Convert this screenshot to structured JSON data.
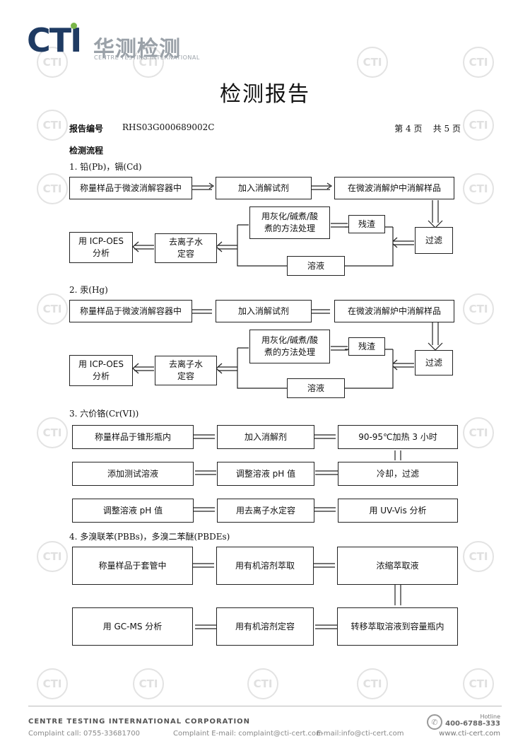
{
  "header": {
    "logo_text": "CTI",
    "logo_cn": "华测检测",
    "logo_en": "CENTRE TESTING INTERNATIONAL"
  },
  "report": {
    "title": "检测报告",
    "number_label": "报告编号",
    "number_value": "RHS03G000689002C",
    "page_info": "第 4 页    共 5 页"
  },
  "process_title": "检测流程",
  "sections": {
    "s1": {
      "heading": "1.  铅(Pb)，镉(Cd)",
      "b1": "称量样品于微波消解容器中",
      "b2": "加入消解试剂",
      "b3": "在微波消解炉中消解样品",
      "b4": "过滤",
      "b5": "用灰化/碱煮/酸\n煮的方法处理",
      "b6": "残渣",
      "b7": "溶液",
      "b8": "去离子水\n定容",
      "b9": "用 ICP-OES\n分析"
    },
    "s2": {
      "heading": "2.  汞(Hg)",
      "b1": "称量样品于微波消解容器中",
      "b2": "加入消解试剂",
      "b3": "在微波消解炉中消解样品",
      "b4": "过滤",
      "b5": "用灰化/碱煮/酸\n煮的方法处理",
      "b6": "残渣",
      "b7": "溶液",
      "b8": "去离子水\n定容",
      "b9": "用 ICP-OES\n分析"
    },
    "s3": {
      "heading": "3.  六价铬(Cr(VI))",
      "b1": "称量样品于锥形瓶内",
      "b2": "加入消解剂",
      "b3": "90-95℃加热 3 小时",
      "b4": "冷却，过滤",
      "b5": "调整溶液 pH 值",
      "b6": "添加测试溶液",
      "b7": "调整溶液 pH 值",
      "b8": "用去离子水定容",
      "b9": "用 UV-Vis 分析"
    },
    "s4": {
      "heading": "4.  多溴联苯(PBBs)，多溴二苯醚(PBDEs)",
      "b1": "称量样品于套管中",
      "b2": "用有机溶剂萃取",
      "b3": "浓缩萃取液",
      "b4": "转移萃取溶液到容量瓶内",
      "b5": "用有机溶剂定容",
      "b6": "用 GC-MS 分析"
    }
  },
  "footer": {
    "company": "CENTRE TESTING INTERNATIONAL CORPORATION",
    "complaint_call": "Complaint call: 0755-33681700",
    "complaint_email": "Complaint E-mail: complaint@cti-cert.com",
    "email": "E-mail:info@cti-cert.com",
    "hotline_label": "Hotline",
    "hotline_number": "400-6788-333",
    "website": "www.cti-cert.com"
  },
  "watermark_text": "CTI"
}
